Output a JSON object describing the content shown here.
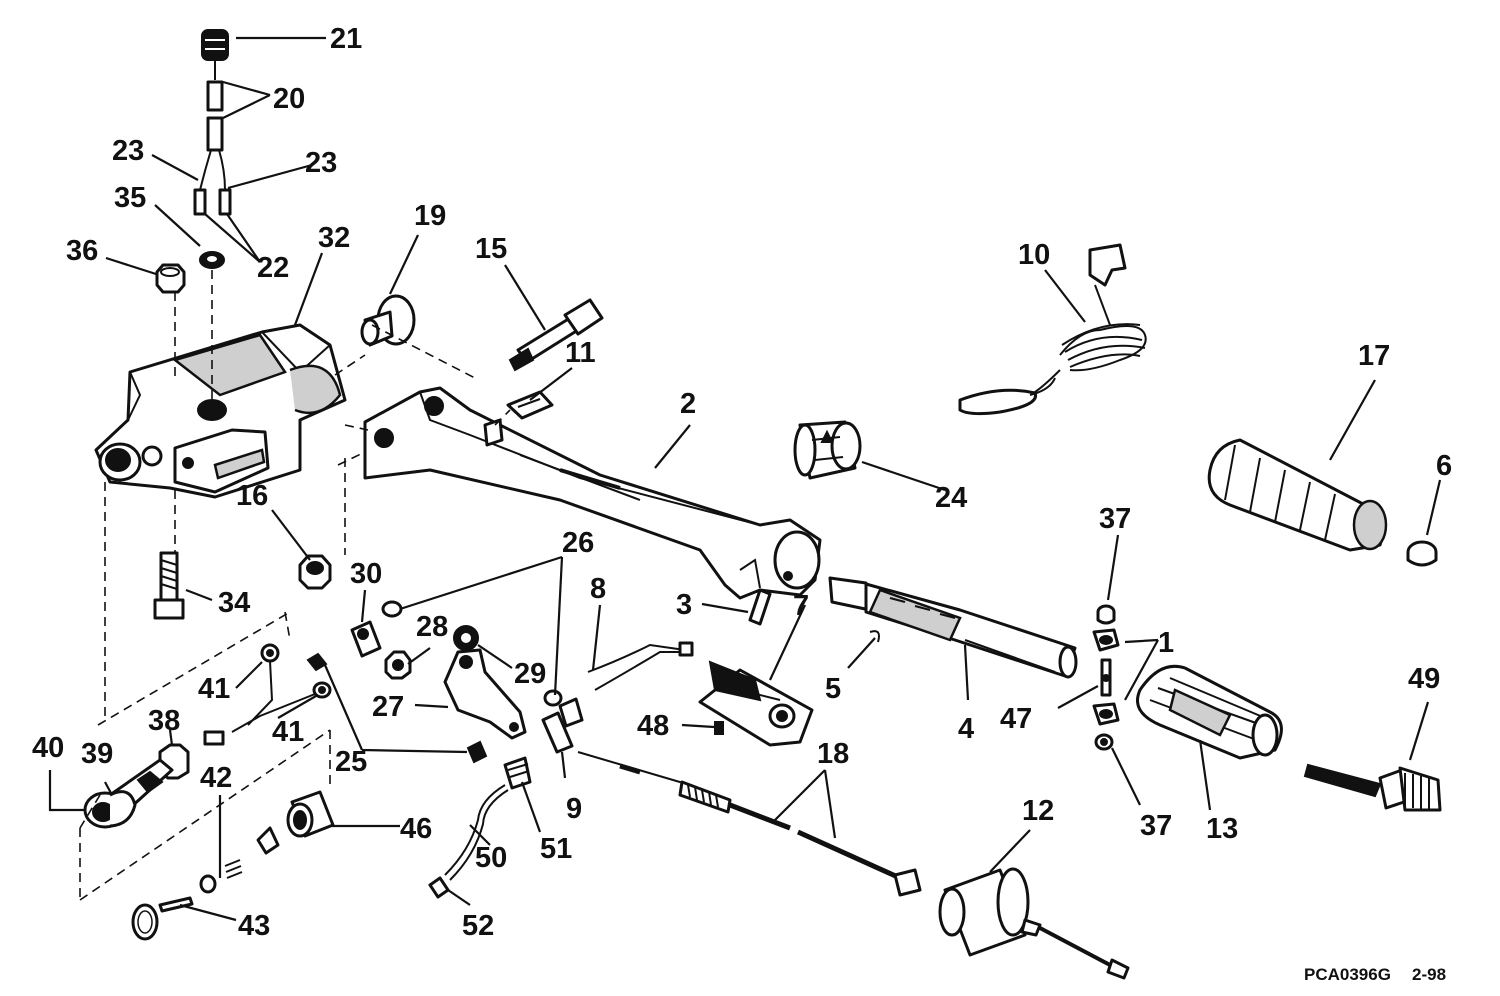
{
  "labels": {
    "l21": "21",
    "l20": "20",
    "l23a": "23",
    "l23b": "23",
    "l35": "35",
    "l22": "22",
    "l36": "36",
    "l32": "32",
    "l19": "19",
    "l15": "15",
    "l11": "11",
    "l10": "10",
    "l2": "2",
    "l17": "17",
    "l24": "24",
    "l16": "16",
    "l26": "26",
    "l37a": "37",
    "l6": "6",
    "l30": "30",
    "l34": "34",
    "l8": "8",
    "l3": "3",
    "l7": "7",
    "l28": "28",
    "l29": "29",
    "l1": "1",
    "l41a": "41",
    "l5": "5",
    "l49": "49",
    "l27": "27",
    "l41b": "41",
    "l38": "38",
    "l48": "48",
    "l4": "4",
    "l47": "47",
    "l40": "40",
    "l39": "39",
    "l42": "42",
    "l25": "25",
    "l18": "18",
    "l9": "9",
    "l12": "12",
    "l37b": "37",
    "l13": "13",
    "l46": "46",
    "l51": "51",
    "l50": "50",
    "l43": "43",
    "l52": "52"
  },
  "drawing_code": "PCA0396G",
  "drawing_date": "2-98"
}
